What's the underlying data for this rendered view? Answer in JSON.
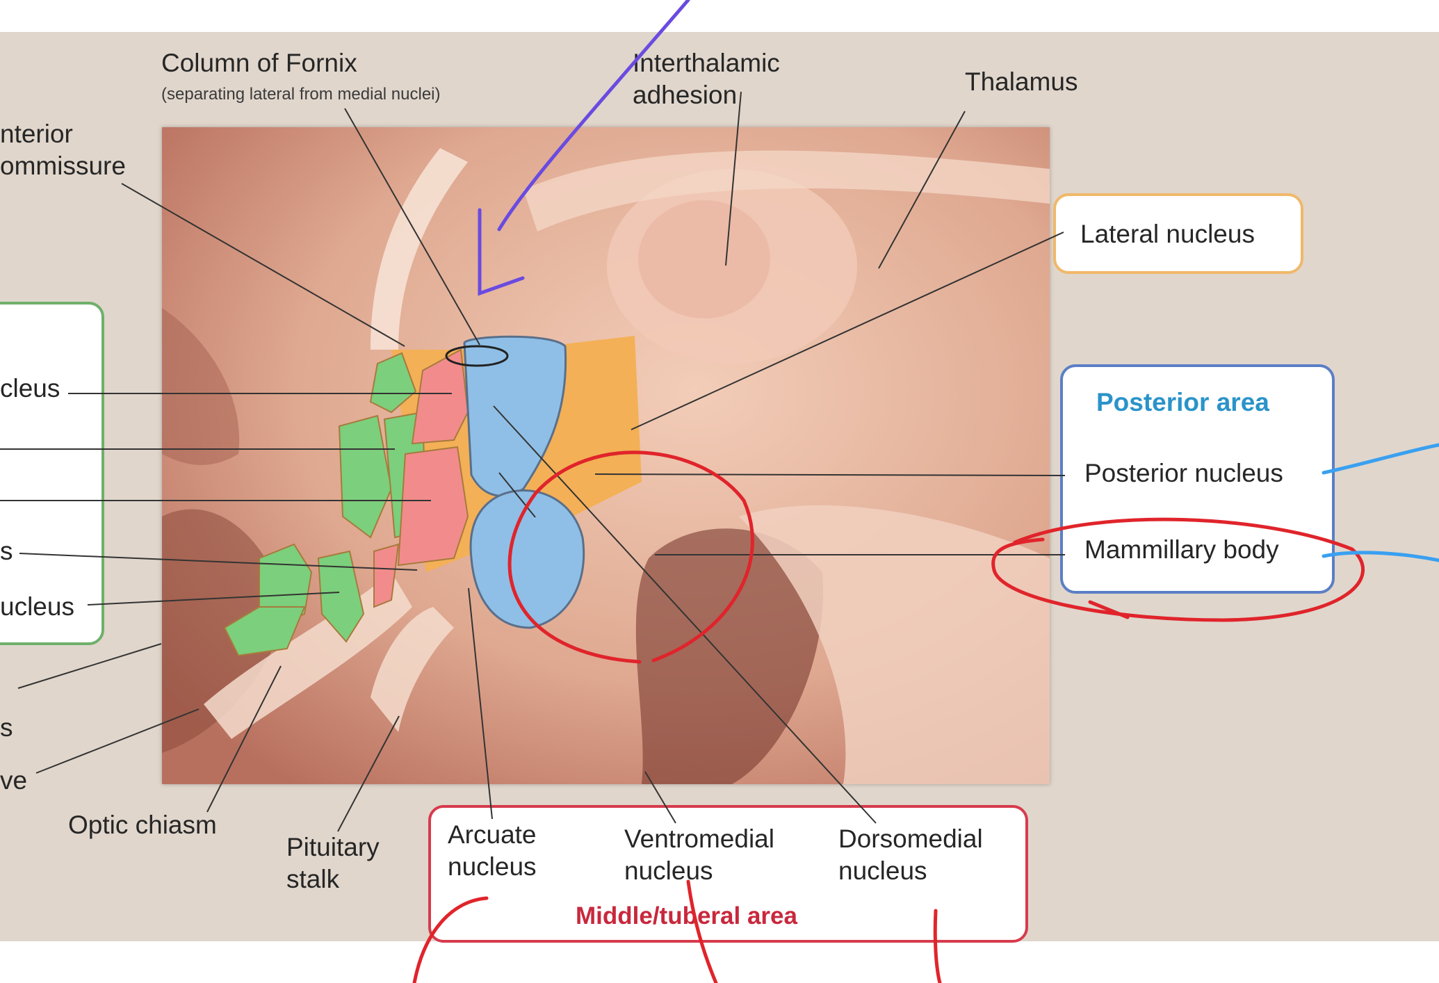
{
  "labels": {
    "column_of_fornix": "Column of Fornix",
    "column_of_fornix_note": "(separating lateral from medial nuclei)",
    "interthalamic_adhesion": "Interthalamic\nadhesion",
    "thalamus": "Thalamus",
    "anterior_commissure": "nterior\nommissure",
    "lateral_nucleus": "Lateral nucleus",
    "posterior_area": "Posterior area",
    "posterior_nucleus": "Posterior nucleus",
    "mammillary_body": "Mammillary body",
    "left_nucleus_1": "cleus",
    "left_s": "s",
    "left_nucleus_2": "ucleus",
    "left_s2": "s",
    "left_ve": "ve",
    "optic_chiasm": "Optic chiasm",
    "pituitary_stalk": "Pituitary\nstalk",
    "arcuate_nucleus": "Arcuate\nnucleus",
    "ventromedial_nucleus": "Ventromedial\nnucleus",
    "dorsomedial_nucleus": "Dorsomedial\nnucleus",
    "middle_tuberal_area": "Middle/tuberal area"
  },
  "colors": {
    "background": "#e0d6cc",
    "anterior_nuclei": "#7ccf7c",
    "tuberal_nuclei": "#f28c8c",
    "posterior_nuclei": "#8fbfe6",
    "lateral_region": "#f3b056",
    "annotation_purple": "#6a4be0",
    "annotation_red": "#e0242b",
    "annotation_blue": "#3aa0f0"
  }
}
